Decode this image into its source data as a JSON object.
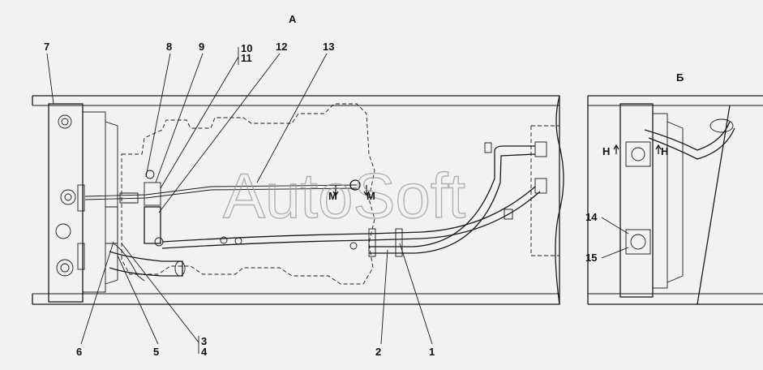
{
  "view_a_label": "А",
  "view_b_label": "Б",
  "watermark": "AutoSoft",
  "callouts": [
    "1",
    "2",
    "3",
    "4",
    "5",
    "6",
    "7",
    "8",
    "9",
    "10",
    "11",
    "12",
    "13",
    "14",
    "15"
  ],
  "section_marks": {
    "m": "М",
    "h": "Н"
  }
}
